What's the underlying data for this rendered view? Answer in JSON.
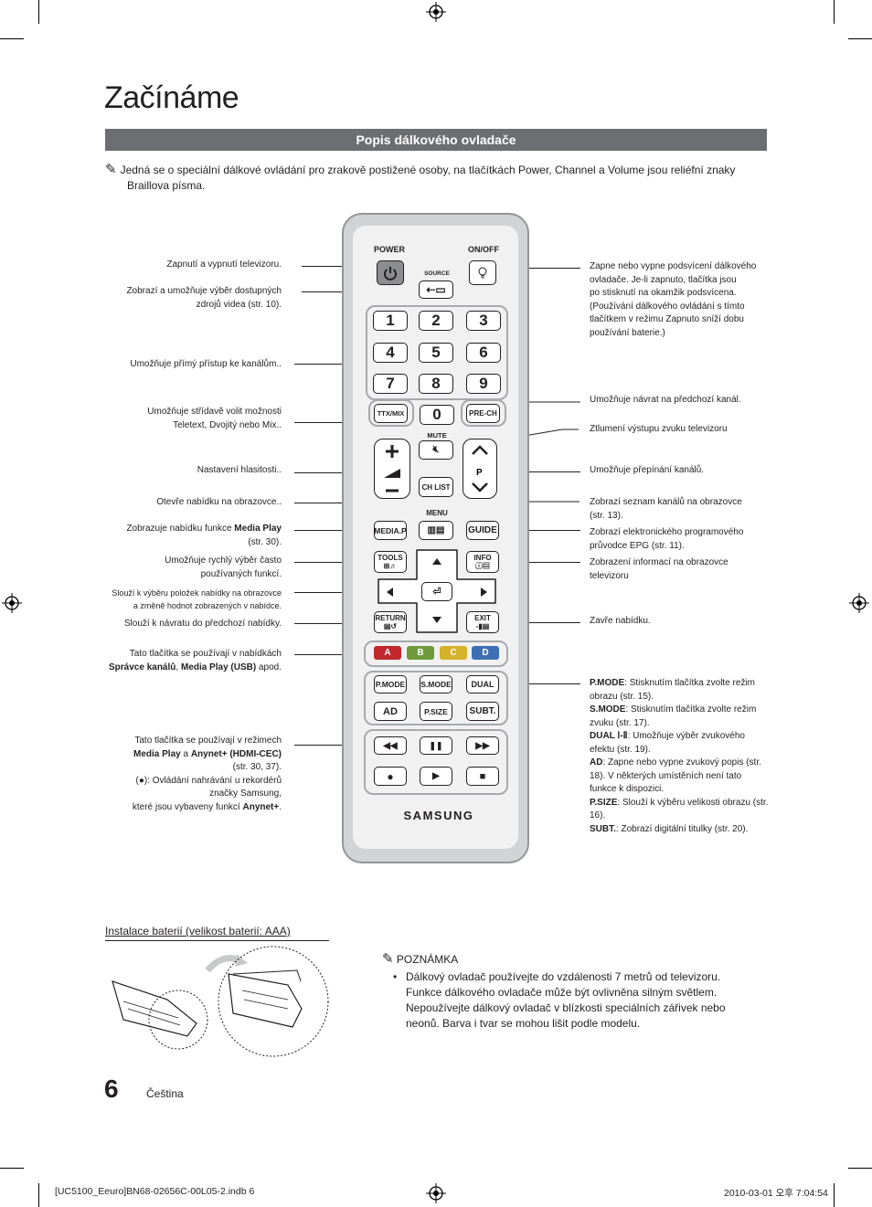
{
  "page": {
    "title": "Začínáme",
    "section_title": "Popis dálkového ovladače",
    "note_icon": "pencil-note-icon",
    "note": "Jedná se o speciální dálkové ovládání pro zrakově postižené osoby, na tlačítkách Power, Channel a Volume jsou reliéfní znaky Braillova písma."
  },
  "left_labels": [
    {
      "id": "power",
      "lines": [
        "Zapnutí a vypnutí televizoru."
      ]
    },
    {
      "id": "source",
      "lines": [
        "Zobrazí a umožňuje výběr dostupných",
        "zdrojů videa (str. 10)."
      ]
    },
    {
      "id": "direct",
      "lines": [
        "Umožňuje přímý přístup ke kanálům.."
      ]
    },
    {
      "id": "ttx",
      "lines": [
        "Umožňuje střídavě volit možnosti",
        "Teletext, Dvojitý nebo Mix.."
      ]
    },
    {
      "id": "volume",
      "lines": [
        "Nastavení hlasitosti.."
      ]
    },
    {
      "id": "menu",
      "lines": [
        "Otevře nabídku na obrazovce.."
      ]
    },
    {
      "id": "mediap",
      "pre": "Zobrazuje nabídku funkce ",
      "bold": "Media Play",
      "post": "",
      "line2": "(str. 30)."
    },
    {
      "id": "tools",
      "lines": [
        "Umožňuje rychlý výběr často",
        "používaných funkcí."
      ]
    },
    {
      "id": "arrows",
      "lines": [
        "Slouží k výběru položek nabídky na obrazovce",
        "a změně hodnot zobrazených v nabídce."
      ]
    },
    {
      "id": "return",
      "lines": [
        "Slouží k návratu do předchozí nabídky."
      ]
    },
    {
      "id": "color",
      "line1": "Tato tlačítka se používají v nabídkách",
      "b1": "Správce kanálů",
      "sep": ", ",
      "b2": "Media Play (USB)",
      "post": " apod."
    },
    {
      "id": "media",
      "line1": "Tato tlačítka se používají v režimech",
      "b1": "Media Play",
      "mid": " a ",
      "b2": "Anynet+ (HDMI-CEC)",
      "line3": "(str. 30, 37).",
      "line4": "(●): Ovládání nahrávání u rekordérů",
      "line5": "značky Samsung,",
      "line6pre": "které jsou vybaveny funkcí ",
      "line6b": "Anynet+",
      "line6post": "."
    }
  ],
  "right_labels": [
    {
      "id": "onoff",
      "lines": [
        "Zapne nebo vypne podsvícení dálkového",
        "ovladače. Je-li zapnuto, tlačítka jsou",
        "po stisknutí na okamžik podsvícena.",
        "(Používání dálkového ovládání s tímto",
        "tlačítkem v režimu Zapnuto sníží dobu",
        "používání baterie.)"
      ]
    },
    {
      "id": "prech",
      "lines": [
        "Umožňuje návrat na předchozí kanál."
      ]
    },
    {
      "id": "mute",
      "lines": [
        "Ztlumení výstupu zvuku televizoru"
      ]
    },
    {
      "id": "channel",
      "lines": [
        "Umožňuje přepínání kanálů."
      ]
    },
    {
      "id": "chlist",
      "lines": [
        "Zobrazí seznam kanálů na obrazovce",
        "(str. 13)."
      ]
    },
    {
      "id": "guide",
      "lines": [
        "Zobrazí elektronického programového",
        "průvodce EPG (str. 11)."
      ]
    },
    {
      "id": "info",
      "lines": [
        "Zobrazení informací na obrazovce",
        "televizoru"
      ]
    },
    {
      "id": "exit",
      "lines": [
        "Zavře nabídku."
      ]
    },
    {
      "id": "modes",
      "items": [
        {
          "b": "P.MODE",
          "t": ": Stisknutím tlačítka zvolte režim obrazu (str. 15)."
        },
        {
          "b": "S.MODE",
          "t": ": Stisknutím tlačítka zvolte režim zvuku (str. 17)."
        },
        {
          "b": "DUAL Ⅰ-Ⅱ",
          "t": ": Umožňuje výběr zvukového efektu (str. 19)."
        },
        {
          "b": "AD",
          "t": ": Zapne nebo vypne zvukový popis (str. 18). V některých umístěních není tato funkce k dispozici."
        },
        {
          "b": "P.SIZE",
          "t": ": Slouží k výběru velikosti obrazu (str. 16)."
        },
        {
          "b": "SUBT.",
          "t": ": Zobrazí digitální titulky (str. 20)."
        }
      ]
    }
  ],
  "remote": {
    "power_label": "POWER",
    "onoff_label": "ON/OFF",
    "source_label": "SOURCE",
    "digits": [
      "1",
      "2",
      "3",
      "4",
      "5",
      "6",
      "7",
      "8",
      "9"
    ],
    "zero": "0",
    "ttx": "TTX/MIX",
    "prech": "PRE-CH",
    "mute": "MUTE",
    "chlist": "CH LIST",
    "p": "P",
    "menu": "MENU",
    "mediap": "MEDIA.P",
    "guide": "GUIDE",
    "tools": "TOOLS",
    "info": "INFO",
    "return": "RETURN",
    "exit": "EXIT",
    "colors": [
      {
        "l": "A",
        "c": "#c1272d"
      },
      {
        "l": "B",
        "c": "#6f9a3c"
      },
      {
        "l": "C",
        "c": "#d6b12a"
      },
      {
        "l": "D",
        "c": "#3e6fb3"
      }
    ],
    "pmode": "P.MODE",
    "smode": "S.MODE",
    "dual": "DUAL",
    "ad": "AD",
    "psize": "P.SIZE",
    "subt": "SUBT.",
    "brand": "SAMSUNG"
  },
  "batteries": {
    "title": "Instalace baterií (velikost baterií: AAA)",
    "note_heading": "POZNÁMKA",
    "bullet": "Dálkový ovladač používejte do vzdálenosti 7 metrů od televizoru. Funkce dálkového ovladače může být ovlivněna silným světlem. Nepoužívejte dálkový ovladač v blízkosti speciálních zářivek nebo neonů. Barva i tvar se mohou lišit podle modelu."
  },
  "footer": {
    "page_number": "6",
    "language": "Čeština",
    "file": "[UC5100_Eeuro]BN68-02656C-00L05-2.indb   6",
    "date": "2010-03-01   오후 7:04:54"
  }
}
